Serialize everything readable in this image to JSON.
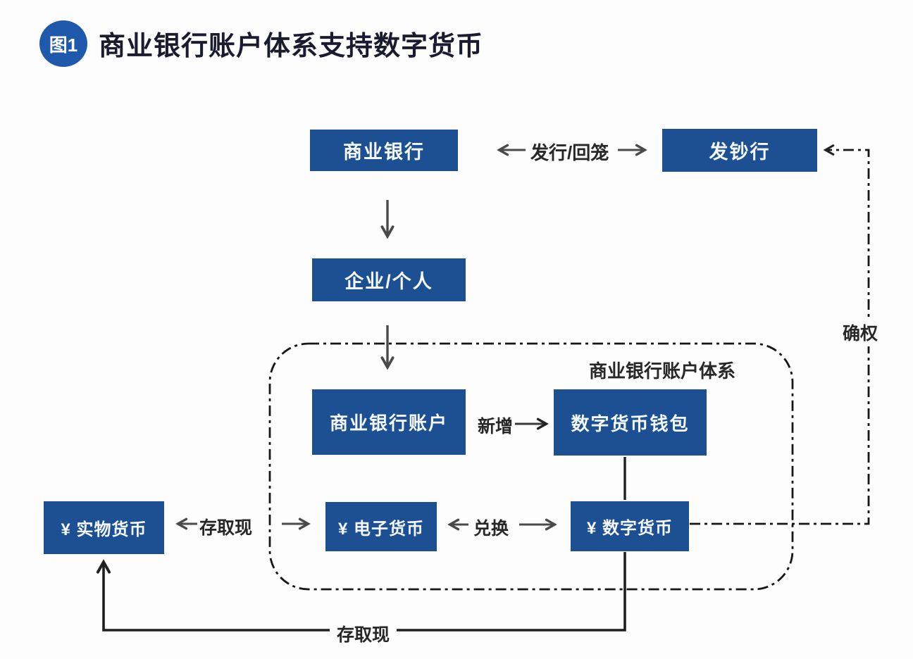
{
  "title": {
    "badge": "图1",
    "text": "商业银行账户体系支持数字货币"
  },
  "boxes": {
    "commercial_bank": "商业银行",
    "issuing_bank": "发钞行",
    "enterprise_individual": "企业/个人",
    "bank_account": "商业银行账户",
    "digital_wallet": "数字货币钱包",
    "physical_currency": "¥ 实物货币",
    "electronic_currency": "¥ 电子货币",
    "digital_currency": "¥ 数字货币"
  },
  "labels": {
    "issue_withdraw": "发行/回笼",
    "account_system": "商业银行账户体系",
    "new_add": "新增",
    "deposit_withdraw_left": "存取现",
    "exchange": "兑换",
    "confirm_rights": "确权",
    "deposit_withdraw_bottom": "存取现"
  },
  "colors": {
    "node_background": "#1d4f93",
    "badge_background": "#1e59ac",
    "node_text": "#f5f9ff",
    "title_text": "#1b1b2f",
    "arrow_gray": "#4a4a4a",
    "line_dark": "#1f1f1f",
    "background": "#fdfdfd"
  }
}
